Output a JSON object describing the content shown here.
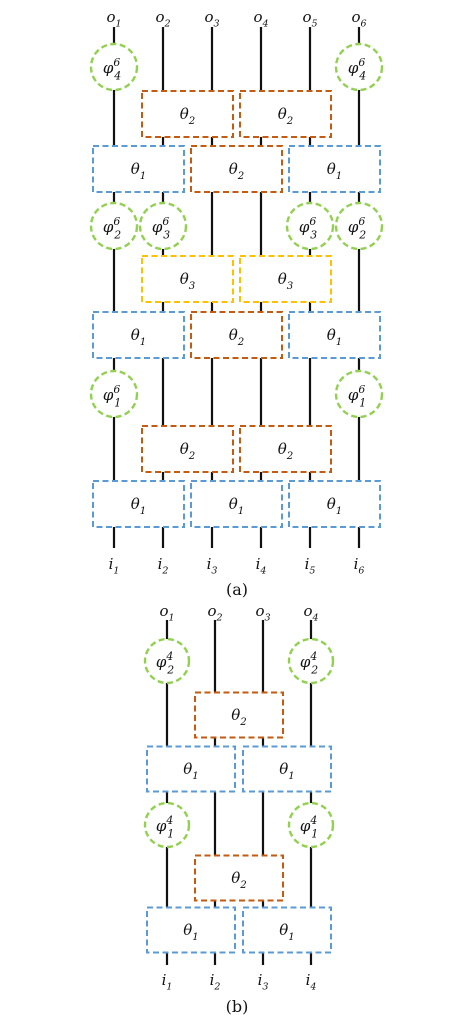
{
  "colors": {
    "theta1": "#5b9bd5",
    "theta2": "#c55a11",
    "theta3": "#ffc000",
    "phi": "#92d050"
  },
  "diagram_a": {
    "caption": "(a)",
    "outputs": [
      {
        "base": "o",
        "sub": "1"
      },
      {
        "base": "o",
        "sub": "2"
      },
      {
        "base": "o",
        "sub": "3"
      },
      {
        "base": "o",
        "sub": "4"
      },
      {
        "base": "o",
        "sub": "5"
      },
      {
        "base": "o",
        "sub": "6"
      }
    ],
    "inputs": [
      {
        "base": "i",
        "sub": "1"
      },
      {
        "base": "i",
        "sub": "2"
      },
      {
        "base": "i",
        "sub": "3"
      },
      {
        "base": "i",
        "sub": "4"
      },
      {
        "base": "i",
        "sub": "5"
      },
      {
        "base": "i",
        "sub": "6"
      }
    ],
    "blocks": [
      {
        "kind": "theta2",
        "sym": "θ",
        "sub": "2",
        "a": 1,
        "b": 2,
        "row": "r1"
      },
      {
        "kind": "theta2",
        "sym": "θ",
        "sub": "2",
        "a": 3,
        "b": 4,
        "row": "r1"
      },
      {
        "kind": "theta1",
        "sym": "θ",
        "sub": "1",
        "a": 0,
        "b": 1,
        "row": "r2"
      },
      {
        "kind": "theta2",
        "sym": "θ",
        "sub": "2",
        "a": 2,
        "b": 3,
        "row": "r2"
      },
      {
        "kind": "theta1",
        "sym": "θ",
        "sub": "1",
        "a": 4,
        "b": 5,
        "row": "r2"
      },
      {
        "kind": "theta3",
        "sym": "θ",
        "sub": "3",
        "a": 1,
        "b": 2,
        "row": "r3"
      },
      {
        "kind": "theta3",
        "sym": "θ",
        "sub": "3",
        "a": 3,
        "b": 4,
        "row": "r3"
      },
      {
        "kind": "theta1",
        "sym": "θ",
        "sub": "1",
        "a": 0,
        "b": 1,
        "row": "r4"
      },
      {
        "kind": "theta2",
        "sym": "θ",
        "sub": "2",
        "a": 2,
        "b": 3,
        "row": "r4"
      },
      {
        "kind": "theta1",
        "sym": "θ",
        "sub": "1",
        "a": 4,
        "b": 5,
        "row": "r4"
      },
      {
        "kind": "theta2",
        "sym": "θ",
        "sub": "2",
        "a": 1,
        "b": 2,
        "row": "r5"
      },
      {
        "kind": "theta2",
        "sym": "θ",
        "sub": "2",
        "a": 3,
        "b": 4,
        "row": "r5"
      },
      {
        "kind": "theta1",
        "sym": "θ",
        "sub": "1",
        "a": 0,
        "b": 1,
        "row": "r6"
      },
      {
        "kind": "theta1",
        "sym": "θ",
        "sub": "1",
        "a": 2,
        "b": 3,
        "row": "r6"
      },
      {
        "kind": "theta1",
        "sym": "θ",
        "sub": "1",
        "a": 4,
        "b": 5,
        "row": "r6"
      }
    ],
    "phases": [
      {
        "sym": "φ",
        "sub": "4",
        "sup": "6",
        "wire": 0,
        "row": "p1"
      },
      {
        "sym": "φ",
        "sub": "4",
        "sup": "6",
        "wire": 5,
        "row": "p1"
      },
      {
        "sym": "φ",
        "sub": "2",
        "sup": "6",
        "wire": 0,
        "row": "p2"
      },
      {
        "sym": "φ",
        "sub": "3",
        "sup": "6",
        "wire": 1,
        "row": "p2"
      },
      {
        "sym": "φ",
        "sub": "3",
        "sup": "6",
        "wire": 4,
        "row": "p2"
      },
      {
        "sym": "φ",
        "sub": "2",
        "sup": "6",
        "wire": 5,
        "row": "p2"
      },
      {
        "sym": "φ",
        "sub": "1",
        "sup": "6",
        "wire": 0,
        "row": "p3"
      },
      {
        "sym": "φ",
        "sub": "1",
        "sup": "6",
        "wire": 5,
        "row": "p3"
      }
    ]
  },
  "diagram_b": {
    "caption": "(b)",
    "outputs": [
      {
        "base": "o",
        "sub": "1"
      },
      {
        "base": "o",
        "sub": "2"
      },
      {
        "base": "o",
        "sub": "3"
      },
      {
        "base": "o",
        "sub": "4"
      }
    ],
    "inputs": [
      {
        "base": "i",
        "sub": "1"
      },
      {
        "base": "i",
        "sub": "2"
      },
      {
        "base": "i",
        "sub": "3"
      },
      {
        "base": "i",
        "sub": "4"
      }
    ],
    "blocks": [
      {
        "kind": "theta2",
        "sym": "θ",
        "sub": "2",
        "a": 1,
        "b": 2,
        "row": "r1"
      },
      {
        "kind": "theta1",
        "sym": "θ",
        "sub": "1",
        "a": 0,
        "b": 1,
        "row": "r2"
      },
      {
        "kind": "theta1",
        "sym": "θ",
        "sub": "1",
        "a": 2,
        "b": 3,
        "row": "r2"
      },
      {
        "kind": "theta2",
        "sym": "θ",
        "sub": "2",
        "a": 1,
        "b": 2,
        "row": "r3"
      },
      {
        "kind": "theta1",
        "sym": "θ",
        "sub": "1",
        "a": 0,
        "b": 1,
        "row": "r4"
      },
      {
        "kind": "theta1",
        "sym": "θ",
        "sub": "1",
        "a": 2,
        "b": 3,
        "row": "r4"
      }
    ],
    "phases": [
      {
        "sym": "φ",
        "sub": "2",
        "sup": "4",
        "wire": 0,
        "row": "p1"
      },
      {
        "sym": "φ",
        "sub": "2",
        "sup": "4",
        "wire": 3,
        "row": "p1"
      },
      {
        "sym": "φ",
        "sub": "1",
        "sup": "4",
        "wire": 0,
        "row": "p2"
      },
      {
        "sym": "φ",
        "sub": "1",
        "sup": "4",
        "wire": 3,
        "row": "p2"
      }
    ]
  }
}
